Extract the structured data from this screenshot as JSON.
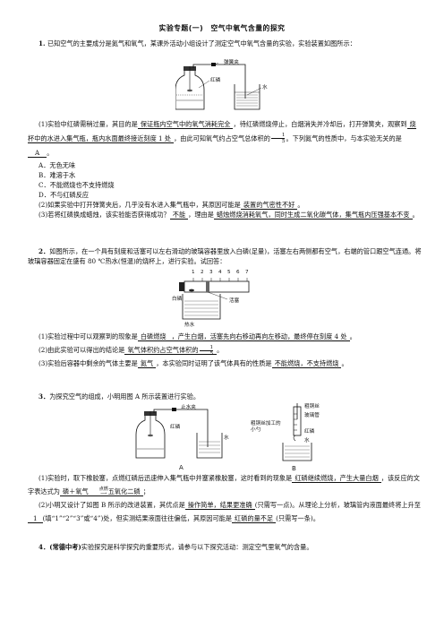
{
  "title": "实验专题(一)　空气中氧气含量的探究",
  "q1": {
    "stem_num": "1.",
    "stem": "已知空气的主要成分是氮气和氧气，某课外活动小组设计了测定空气中氧气含量的实验，实验装置如图所示：",
    "fig_labels": {
      "clip": "弹簧夹",
      "phosphorus": "红磷",
      "water": "水"
    },
    "p1_a": "(1)实验中红磷需稍过量，其目的是",
    "p1_b1": "保证瓶内空气中的氧气消耗完全",
    "p1_c": "，待红磷燃烧停止，白烟消失并冷却后，打开弹簧夹，观察到",
    "p1_b2": "烧杯中的水进入集气瓶，瓶内水面最终接近刻度 1 处",
    "p1_d": "，由此可知氧气约占空气总体积的",
    "frac_num": "1",
    "frac_den": "5",
    "p1_e": "。下列氮气的性质中，与本实验无关的是",
    "p1_ans": "A",
    "p1_end": "。",
    "opts": [
      "A．无色无味",
      "B．难溶于水",
      "C．不能燃烧也不支持燃烧",
      "D．不与红磷反应"
    ],
    "p2_a": "(2)如果实验中打开弹簧夹后，几乎没有水进入集气瓶中，其原因可能是",
    "p2_ans": "装置的气密性不好",
    "p2_end": "。",
    "p3_a": "(3)若将红磷换成蜡烛，该实验能否获得成功？",
    "p3_ans1": "不能",
    "p3_b": "，理由是",
    "p3_ans2": "蜡烛燃烧消耗氧气，同时生成二氧化碳气体，集气瓶内压强基本不变",
    "p3_end": "。"
  },
  "q2": {
    "stem_num": "2．",
    "stem": "如图所示，在一个具有刻度和活塞可以左右滑动的玻璃容器里放入白磷(足量)，活塞左右两侧都有空气，右端的管口跟空气连通。将玻璃容器固定在盛有 80 ℃热水(恒温)的烧杯上，进行实验。试回答：",
    "fig_labels": {
      "ticks": [
        "1",
        "2",
        "3",
        "4",
        "5",
        "6",
        "7"
      ],
      "white_p": "白磷",
      "piston": "活塞",
      "hot_water": "热水"
    },
    "p1_a": "(1)实验过程中可以观察到的现象是",
    "p1_ans1": "白磷燃烧",
    "p1_b": "，产生白烟，活塞先向右移动再向左移动，最终停在刻度 4 处",
    "p1_end": "。",
    "p2_a": "(2)由此实验可以得出的结论是",
    "p2_ans": "氧气体积约占空气体积的",
    "p2_end": "。",
    "frac_num": "1",
    "frac_den": "5",
    "p3_a": "(3)实验后容器中剩余的气体主要是",
    "p3_ans1": "氮气",
    "p3_b": "，本实验同时证明了该气体具有的性质是",
    "p3_ans2": "不能燃烧，不支持燃烧",
    "p3_end": "。"
  },
  "q3": {
    "stem_num": "3．",
    "stem": "为探究空气的组成，小明用图 A 所示装置进行实验。",
    "figA_labels": {
      "clip": "止水夹",
      "phosphorus": "红磷",
      "water": "水",
      "caption": "A"
    },
    "figB_labels": {
      "rod": "粗铜丝",
      "glass": "玻璃管",
      "hook": "粗铜丝加工的小勺",
      "phosphorus": "红磷",
      "water": "水",
      "caption": "B"
    },
    "p1_a": "(1)实验时，取下橡胶塞，点燃红磷后迅速伸入集气瓶中并塞紧橡胶塞，这时看到的现象是",
    "p1_ans": "红磷继续燃烧，产生大量白烟",
    "p1_b": "，该反应的文字表达式为",
    "eq_left": "磷＋氧气",
    "eq_cond": "点燃",
    "eq_right": "五氧化二磷",
    "p1_end": "；",
    "p2_a": "(2)小明又设计了如图 B 所示的改进装置，其优点是",
    "p2_ans1": "操作简单，结果更准确",
    "p2_b": "(只需写一点)。从理论上分析，玻璃管内液面最终将上升至",
    "p2_ans2": "1",
    "p2_c": "(填“1”“2”“3”或“4”)处，但实测结果液面往往偏低，其原因可能是",
    "p2_ans3": "红磷的量不足",
    "p2_end": "(只需写一条)。"
  },
  "q4": {
    "stem_num": "4．",
    "tag": "(常德中考)",
    "stem": "实验探究是科学探究的重要形式，请参与以下探究活动：测定空气里氧气的含量。"
  }
}
